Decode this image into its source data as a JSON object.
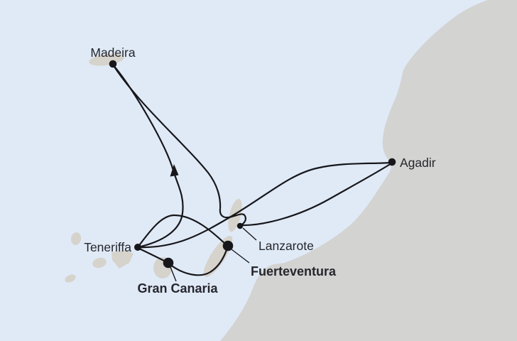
{
  "map": {
    "ports": {
      "madeira": {
        "label": "Madeira",
        "emphasis": "normal"
      },
      "teneriffa": {
        "label": "Teneriffa",
        "emphasis": "normal"
      },
      "gran_canaria": {
        "label": "Gran Canaria",
        "emphasis": "bold"
      },
      "fuerteventura": {
        "label": "Fuerteventura",
        "emphasis": "bold"
      },
      "lanzarote": {
        "label": "Lanzarote",
        "emphasis": "normal"
      },
      "agadir": {
        "label": "Agadir",
        "emphasis": "normal"
      }
    },
    "routes": [
      {
        "from": "Teneriffa",
        "to": "Madeira",
        "direction_arrow": true
      },
      {
        "from": "Madeira",
        "to": "Lanzarote",
        "direction_arrow": false
      },
      {
        "from": "Lanzarote",
        "to": "Agadir",
        "direction_arrow": false
      },
      {
        "from": "Agadir",
        "to": "Teneriffa",
        "direction_arrow": false
      },
      {
        "from": "Teneriffa",
        "to": "Gran Canaria",
        "direction_arrow": false
      },
      {
        "from": "Gran Canaria",
        "to": "Fuerteventura",
        "direction_arrow": false
      },
      {
        "from": "Teneriffa",
        "to": "Fuerteventura",
        "direction_arrow": false
      }
    ],
    "colors": {
      "ocean": "#e0eaf7",
      "mainland": "#d3d3d2",
      "islands": "#d6d3cc",
      "route_line": "#17171b",
      "label_text": "#26262c"
    }
  }
}
